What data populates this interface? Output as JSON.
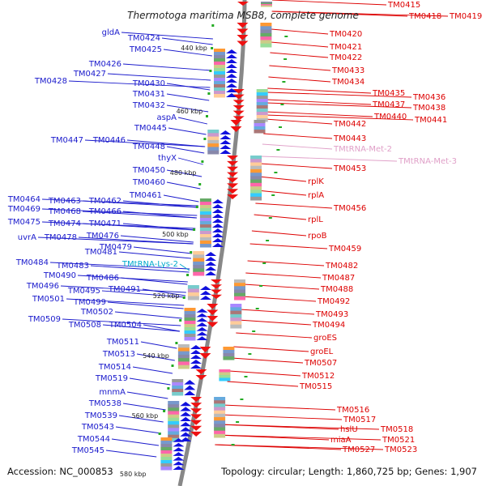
{
  "title": "Thermotoga maritima MSB8, complete genome",
  "accession": "Accession: NC_000853",
  "topology": "Topology: circular; Length: 1,860,725 bp; Genes: 1,907",
  "colors": {
    "plus_label": "#1a1acc",
    "minus_label": "#dd0000",
    "trna_plus": "#00aacc",
    "trna_minus": "#e0a0c8",
    "plus_arrow": "#1010dd",
    "minus_arrow": "#ee1111",
    "backbone": "#888888",
    "ticks": "#22aa22"
  },
  "kbp_marks": [
    "440 kbp",
    "460 kbp",
    "480 kbp",
    "500 kbp",
    "520 kbp",
    "540 kbp",
    "560 kbp",
    "580 kbp"
  ],
  "left_labels": [
    {
      "text": "gldA"
    },
    {
      "text": "TM0424"
    },
    {
      "text": "TM0425"
    },
    {
      "text": "TM0426"
    },
    {
      "text": "TM0427"
    },
    {
      "text": "TM0428"
    },
    {
      "text": "TM0430"
    },
    {
      "text": "TM0431"
    },
    {
      "text": "TM0432"
    },
    {
      "text": "aspA"
    },
    {
      "text": "TM0445"
    },
    {
      "text": "TM0447"
    },
    {
      "text": "TM0446"
    },
    {
      "text": "TM0448"
    },
    {
      "text": "thyX"
    },
    {
      "text": "TM0450"
    },
    {
      "text": "TM0460"
    },
    {
      "text": "TM0461"
    },
    {
      "text": "TM0464"
    },
    {
      "text": "TM0463"
    },
    {
      "text": "TM0462"
    },
    {
      "text": "TM0469"
    },
    {
      "text": "TM0468"
    },
    {
      "text": "TM0466"
    },
    {
      "text": "TM0475"
    },
    {
      "text": "TM0474"
    },
    {
      "text": "TM0471"
    },
    {
      "text": "uvrA"
    },
    {
      "text": "TM0478"
    },
    {
      "text": "TM0476"
    },
    {
      "text": "TM0479"
    },
    {
      "text": "TM0481"
    },
    {
      "text": "TM0484"
    },
    {
      "text": "TM0483"
    },
    {
      "text": "TMtRNA-Lys-2"
    },
    {
      "text": "TM0490"
    },
    {
      "text": "TM0486"
    },
    {
      "text": "TM0496"
    },
    {
      "text": "TM0495"
    },
    {
      "text": "TM0491"
    },
    {
      "text": "TM0501"
    },
    {
      "text": "TM0499"
    },
    {
      "text": "TM0502"
    },
    {
      "text": "TM0509"
    },
    {
      "text": "TM0508"
    },
    {
      "text": "TM0504"
    },
    {
      "text": "TM0511"
    },
    {
      "text": "TM0513"
    },
    {
      "text": "TM0514"
    },
    {
      "text": "TM0519"
    },
    {
      "text": "mnmA"
    },
    {
      "text": "TM0538"
    },
    {
      "text": "TM0539"
    },
    {
      "text": "TM0543"
    },
    {
      "text": "TM0544"
    },
    {
      "text": "TM0545"
    }
  ],
  "right_labels": [
    {
      "text": "TM0415"
    },
    {
      "text": "TM0418"
    },
    {
      "text": "TM0419"
    },
    {
      "text": "TM0420"
    },
    {
      "text": "TM0421"
    },
    {
      "text": "TM0422"
    },
    {
      "text": "TM0433"
    },
    {
      "text": "TM0434"
    },
    {
      "text": "TM0435"
    },
    {
      "text": "TM0436"
    },
    {
      "text": "TM0437"
    },
    {
      "text": "TM0438"
    },
    {
      "text": "TM0440"
    },
    {
      "text": "TM0441"
    },
    {
      "text": "TM0442"
    },
    {
      "text": "TM0443"
    },
    {
      "text": "TMtRNA-Met-2"
    },
    {
      "text": "TMtRNA-Met-3"
    },
    {
      "text": "TM0453"
    },
    {
      "text": "rplK"
    },
    {
      "text": "rplA"
    },
    {
      "text": "TM0456"
    },
    {
      "text": "rplL"
    },
    {
      "text": "rpoB"
    },
    {
      "text": "TM0459"
    },
    {
      "text": "TM0482"
    },
    {
      "text": "TM0487"
    },
    {
      "text": "TM0488"
    },
    {
      "text": "TM0492"
    },
    {
      "text": "TM0493"
    },
    {
      "text": "TM0494"
    },
    {
      "text": "groES"
    },
    {
      "text": "groEL"
    },
    {
      "text": "TM0507"
    },
    {
      "text": "TM0512"
    },
    {
      "text": "TM0515"
    },
    {
      "text": "TM0516"
    },
    {
      "text": "TM0517"
    },
    {
      "text": "hslU"
    },
    {
      "text": "TM0518"
    },
    {
      "text": "miaA"
    },
    {
      "text": "TM0521"
    },
    {
      "text": "TM0527"
    },
    {
      "text": "TM0523"
    }
  ]
}
